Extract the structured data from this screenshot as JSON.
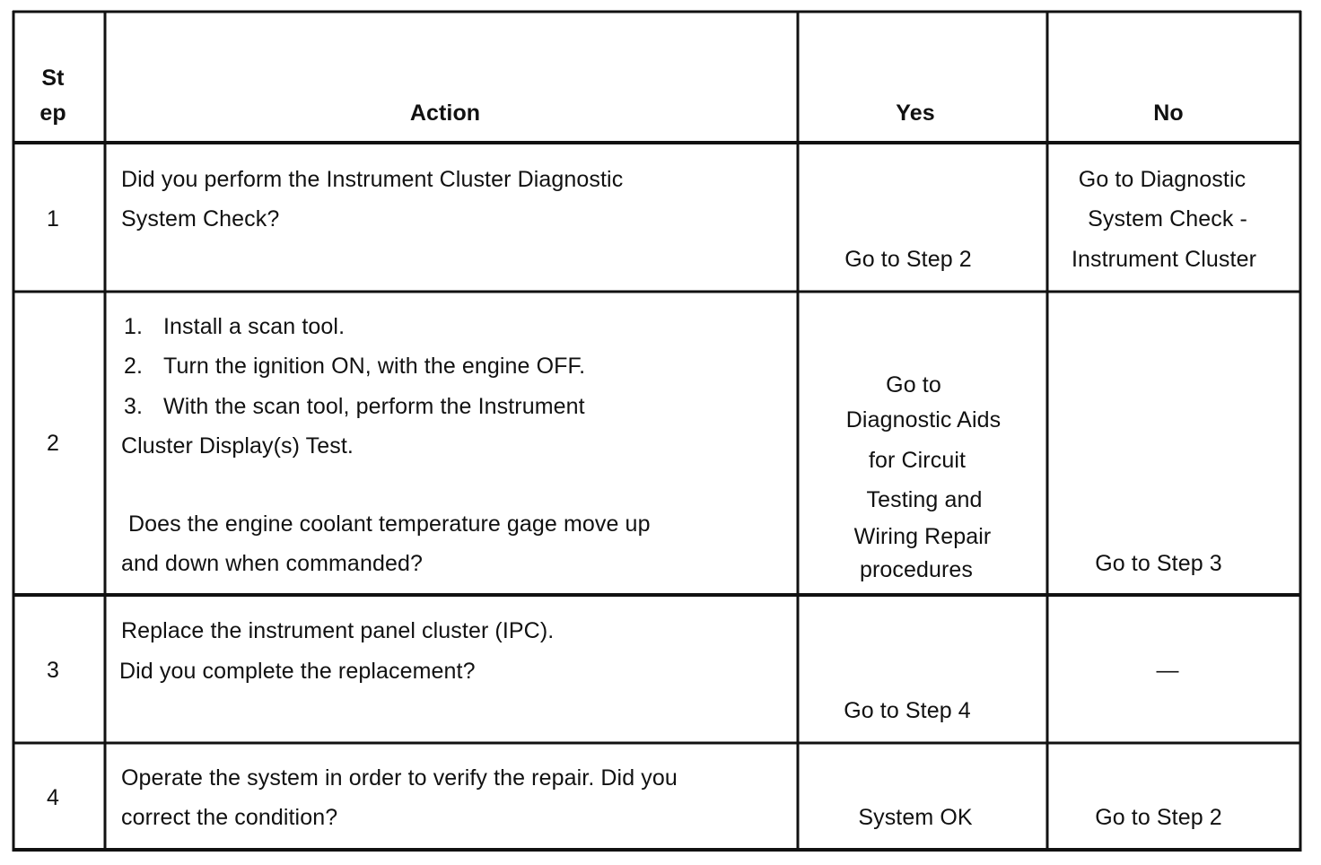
{
  "table": {
    "headers": {
      "step_line1": "St",
      "step_line2": "ep",
      "action": "Action",
      "yes": "Yes",
      "no": "No"
    },
    "rows": [
      {
        "step": "1",
        "action_lines": [
          "Did you perform the Instrument Cluster Diagnostic",
          "System Check?"
        ],
        "yes_lines": [
          "Go to Step 2"
        ],
        "no_lines": [
          "Go to Diagnostic",
          "System Check -",
          "Instrument Cluster"
        ]
      },
      {
        "step": "2",
        "action_items": [
          {
            "num": "1.",
            "text": "Install a scan tool."
          },
          {
            "num": "2.",
            "text": "Turn the ignition ON, with the engine OFF."
          },
          {
            "num": "3.",
            "text": "With the scan tool, perform the Instrument"
          }
        ],
        "action_continuation": "Cluster Display(s) Test.",
        "action_question_lines": [
          "Does the engine coolant temperature gage move up",
          "and down when commanded?"
        ],
        "yes_lines": [
          "Go to",
          "Diagnostic Aids",
          "for Circuit",
          "Testing  and",
          "Wiring Repair",
          "procedures"
        ],
        "no_lines": [
          "Go to Step 3"
        ]
      },
      {
        "step": "3",
        "action_lines": [
          "Replace the instrument panel cluster (IPC).",
          "Did you complete the replacement?"
        ],
        "yes_lines": [
          "Go to Step 4"
        ],
        "no_lines": [
          "—"
        ]
      },
      {
        "step": "4",
        "action_lines": [
          "Operate the system in order to verify the repair. Did you",
          "correct the condition?"
        ],
        "yes_lines": [
          "System OK"
        ],
        "no_lines": [
          "Go to Step 2"
        ]
      }
    ]
  }
}
